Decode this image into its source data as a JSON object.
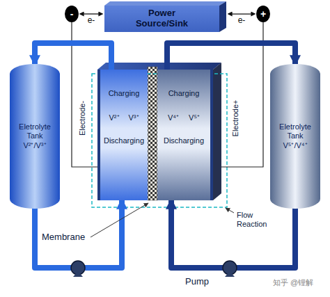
{
  "diagram": {
    "nodes": [
      {
        "text": [
          "Power Source/Sink"
        ]
      },
      {
        "text": [
          "-"
        ]
      },
      {
        "text": [
          "+"
        ]
      },
      {
        "text": [
          "Eletrolyte Tank",
          "V²⁺/V³⁺"
        ]
      },
      {
        "text": [
          "Charging",
          "V²⁺",
          "V³⁺",
          "Discharging"
        ]
      },
      {
        "text": [
          "Charging",
          "V⁴⁺",
          "V⁵⁺",
          "Discharging"
        ]
      },
      {
        "text": [
          "Eletrolyte Tank",
          "V⁵⁺/V⁴⁺"
        ]
      }
    ],
    "edges": [
      {
        "from": 1,
        "to": 0,
        "label": "e-",
        "arrow": "both"
      },
      {
        "from": 2,
        "to": 0,
        "label": "e-",
        "arrow": "both"
      },
      {
        "from": 1,
        "to": 4,
        "arrow": "none"
      },
      {
        "from": 2,
        "to": 5,
        "arrow": "none"
      },
      {
        "from": 3,
        "to": 4,
        "arrow": "to"
      },
      {
        "from": 4,
        "to": 3,
        "arrow": "to"
      },
      {
        "from": 6,
        "to": 5,
        "arrow": "to"
      },
      {
        "from": 5,
        "to": 6,
        "arrow": "to"
      }
    ],
    "labels": [
      "Electrode-",
      "Electrode+",
      "Membrane",
      "Flow Reaction",
      "Pump",
      "知乎 @锂解"
    ]
  }
}
